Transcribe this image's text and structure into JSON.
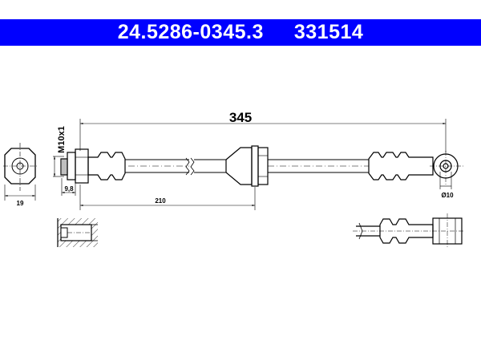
{
  "header": {
    "part_number": "24.5286-0345.3",
    "ref_number": "331514",
    "bar_color": "#0000ff"
  },
  "dimensions": {
    "overall_length": "345",
    "thread": "M10x1",
    "fitting_width": "19",
    "nut_offset": "9,8",
    "hose_segment": "210",
    "eye_diameter": "Ø10"
  }
}
